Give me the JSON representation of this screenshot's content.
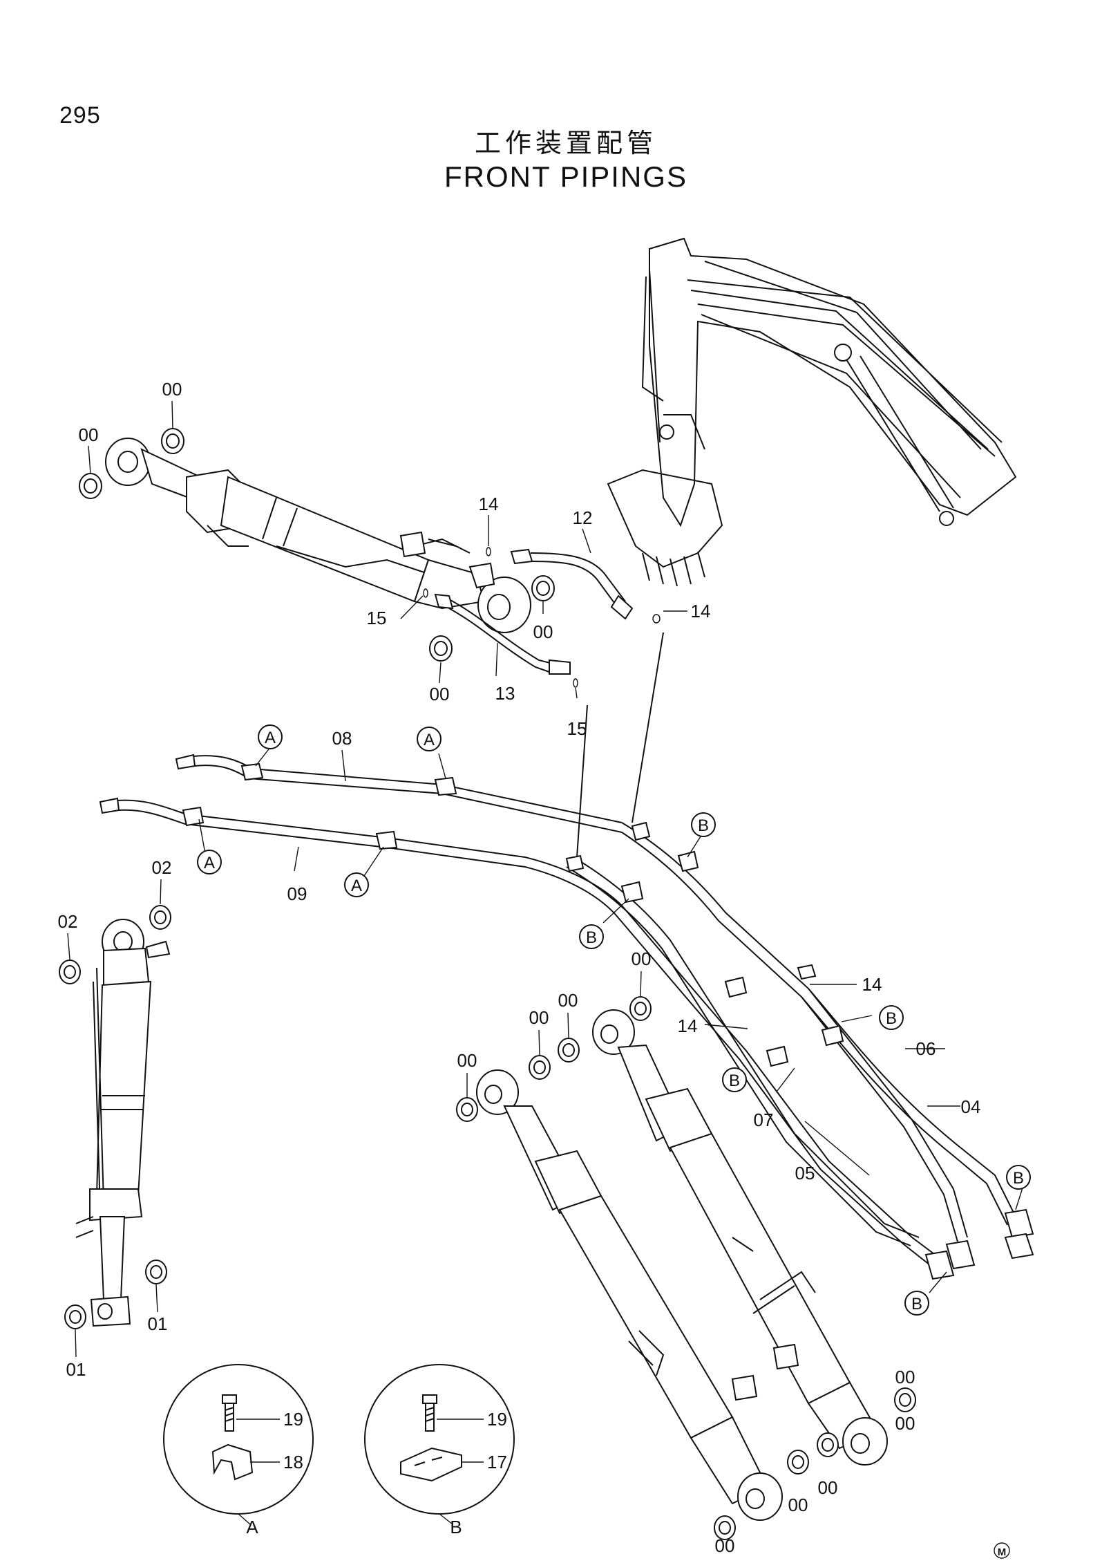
{
  "header": {
    "page_number": "295",
    "title_cn": "工作装置配管",
    "title_en": "FRONT PIPINGS"
  },
  "callout_letters": {
    "a": "A",
    "b": "B"
  },
  "part_labels": [
    "00",
    "00",
    "14",
    "12",
    "15",
    "00",
    "14",
    "00",
    "13",
    "15",
    "08",
    "A",
    "A",
    "A",
    "A",
    "B",
    "09",
    "02",
    "02",
    "B",
    "00",
    "00",
    "00",
    "14",
    "00",
    "B",
    "14",
    "06",
    "07",
    "04",
    "05",
    "B",
    "B",
    "01",
    "01",
    "19",
    "18",
    "19",
    "17",
    "00",
    "00",
    "00",
    "00",
    "00"
  ],
  "details": {
    "a": {
      "letter": "A",
      "bolt": "19",
      "clamp": "18"
    },
    "b": {
      "letter": "B",
      "bolt": "19",
      "clamp": "17"
    }
  },
  "mark": "M"
}
